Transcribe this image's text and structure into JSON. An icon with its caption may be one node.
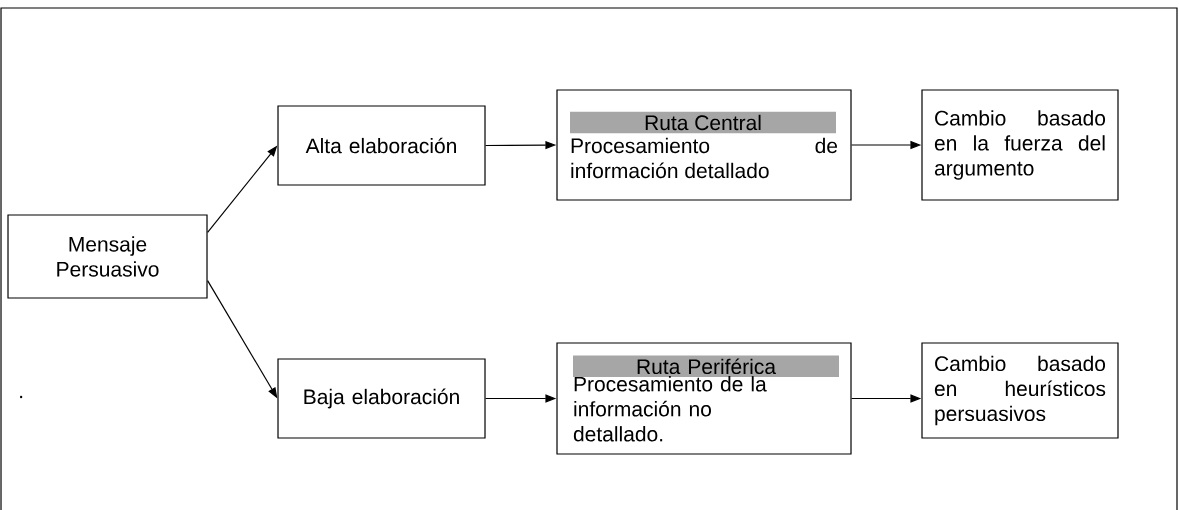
{
  "diagram": {
    "nodes": [
      {
        "text": [
          "Mensaje Persuasivo"
        ]
      },
      {
        "text": [
          "Alta elaboración"
        ]
      },
      {
        "text": [
          "Baja elaboración"
        ]
      },
      {
        "text": [
          "Ruta Central",
          "Procesamiento de información detallado"
        ]
      },
      {
        "text": [
          "Ruta Periférica",
          "Procesamiento de la información no detallado."
        ]
      },
      {
        "text": [
          "Cambio basado en la fuerza del argumento"
        ]
      },
      {
        "text": [
          "Cambio basado en heurísticos persuasivos"
        ]
      }
    ],
    "edges": [
      {
        "from": 0,
        "to": 1,
        "arrow": "to"
      },
      {
        "from": 0,
        "to": 2,
        "arrow": "to"
      },
      {
        "from": 1,
        "to": 3,
        "arrow": "to"
      },
      {
        "from": 3,
        "to": 5,
        "arrow": "to"
      },
      {
        "from": 2,
        "to": 4,
        "arrow": "to"
      },
      {
        "from": 4,
        "to": 6,
        "arrow": "to"
      }
    ],
    "labels": [
      "."
    ]
  }
}
